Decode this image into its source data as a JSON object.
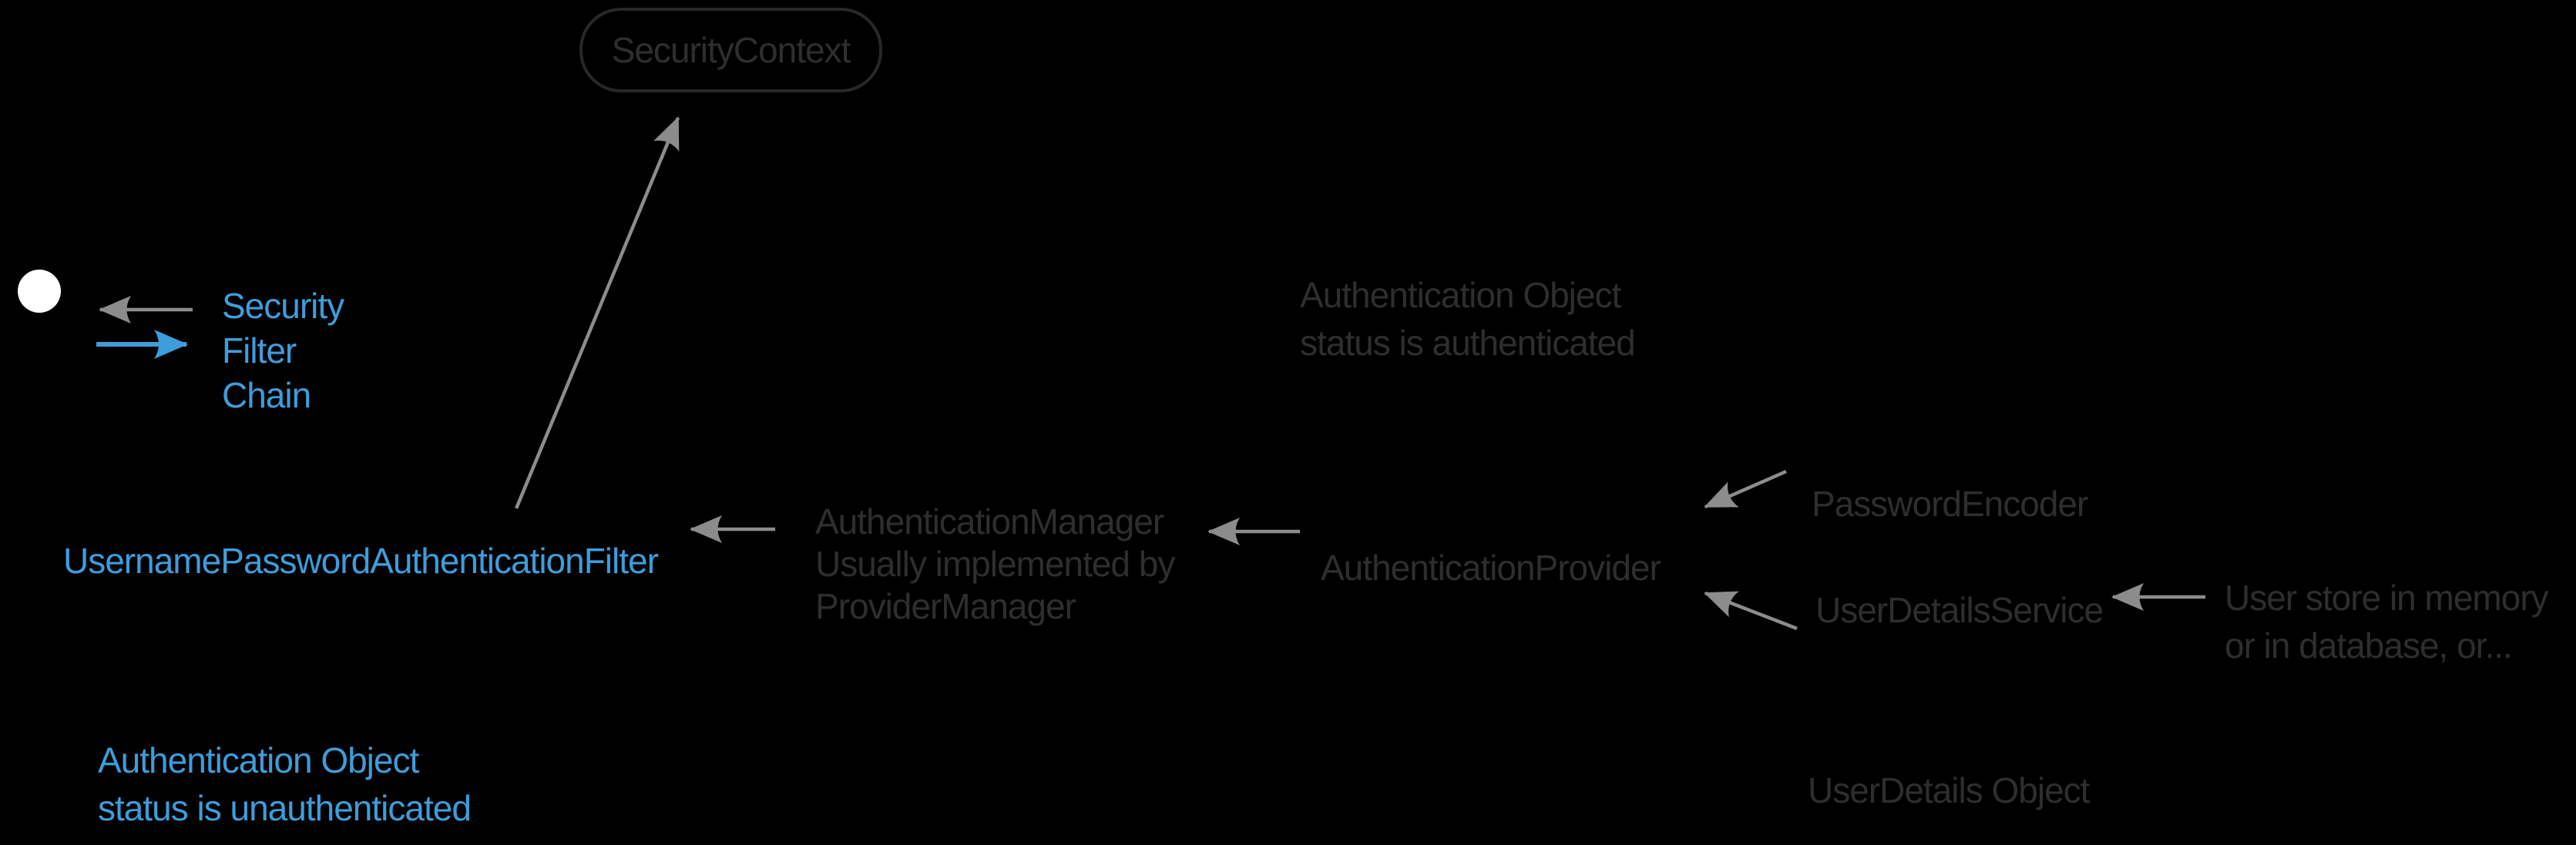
{
  "diagram": {
    "background": "#000000",
    "colors": {
      "accent_blue": "#3E9DDB",
      "muted_gray_arrow": "#8C8C8C",
      "dark_gray_text": "#2E2E31",
      "box_border": "#28282B",
      "user_dot": "#FFFFFF"
    },
    "legend": {
      "lines": [
        "Security",
        "Filter",
        "Chain"
      ]
    },
    "nodes": {
      "security_context": {
        "label": "SecurityContext"
      },
      "username_password_authentication_filter": {
        "label": "UsernamePasswordAuthenticationFilter"
      },
      "authentication_manager": {
        "lines": [
          "AuthenticationManager",
          "Usually implemented by",
          "ProviderManager"
        ]
      },
      "authentication_provider": {
        "label": "AuthenticationProvider"
      },
      "password_encoder": {
        "label": "PasswordEncoder"
      },
      "user_details_service": {
        "label": "UserDetailsService"
      },
      "user_store": {
        "lines": [
          "User store in memory",
          "or in database, or..."
        ]
      },
      "authenticated_note": {
        "lines": [
          "Authentication Object",
          "status is authenticated"
        ]
      },
      "unauthenticated_note": {
        "lines": [
          "Authentication Object",
          "status is unauthenticated"
        ]
      },
      "user_details_object": {
        "label": "UserDetails Object"
      }
    },
    "edges": [
      {
        "from": "username_password_authentication_filter",
        "to": "security_context",
        "color": "#8C8C8C"
      },
      {
        "from": "security_filter_chain_legend_out",
        "to": "user_dot",
        "color": "#8C8C8C"
      },
      {
        "from": "user_dot",
        "to": "security_filter_chain_legend_in",
        "color": "#3E9DDB"
      },
      {
        "from": "authentication_manager",
        "to": "username_password_authentication_filter",
        "color": "#8C8C8C"
      },
      {
        "from": "authentication_provider",
        "to": "authentication_manager",
        "color": "#8C8C8C"
      },
      {
        "from": "password_encoder",
        "to": "authentication_provider",
        "color": "#8C8C8C"
      },
      {
        "from": "user_details_service",
        "to": "authentication_provider",
        "color": "#8C8C8C"
      },
      {
        "from": "user_store",
        "to": "user_details_service",
        "color": "#8C8C8C"
      }
    ]
  }
}
